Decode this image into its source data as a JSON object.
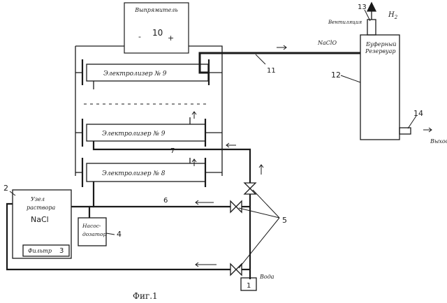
{
  "figure_caption": "Фиг.1",
  "rectifier": {
    "label": "Выпрямитель",
    "number": "10",
    "minus": "-",
    "plus": "+"
  },
  "electrolyzers": [
    {
      "label": "Электролизер № 9"
    },
    {
      "label": "Электролизер № 9"
    },
    {
      "label": "Электролизер № 8"
    }
  ],
  "buffer_tank": {
    "label_line1": "Буферный",
    "label_line2": "Резервуар",
    "number": "12"
  },
  "salt_unit": {
    "label_line1": "Узел",
    "label_line2": "раствора",
    "formula": "NaCl",
    "number": "2"
  },
  "dosing_pump": {
    "label_line1": "Насос-",
    "label_line2": "дозатор",
    "number": "4"
  },
  "filter": {
    "label": "Фильтр",
    "number": "3"
  },
  "ventilation": {
    "label": "Вентиляция",
    "number": "13",
    "gas": "H",
    "gas_sub": "2"
  },
  "pipe_11": {
    "chemical": "NaClO",
    "number": "11"
  },
  "outlet": {
    "label": "Выход",
    "number": "14"
  },
  "water_inlet": {
    "label": "Вода",
    "number": "1"
  },
  "line_numbers": {
    "line_7": "7",
    "line_6": "6"
  },
  "valves_number": "5"
}
